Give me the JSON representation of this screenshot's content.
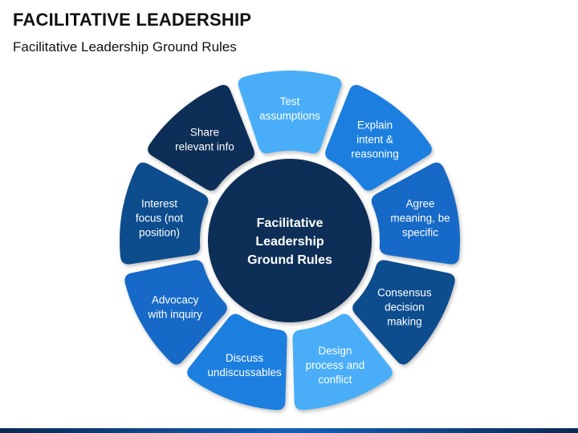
{
  "header": {
    "title": "FACILITATIVE LEADERSHIP",
    "subtitle": "Facilitative Leadership Ground Rules"
  },
  "diagram": {
    "center": {
      "lines": [
        "Facilitative",
        "Leadership",
        "Ground Rules"
      ],
      "color": "#0d2f57"
    },
    "segments": [
      {
        "lines": [
          "Test",
          "assumptions"
        ],
        "color": "#4aaef7"
      },
      {
        "lines": [
          "Explain",
          "intent &",
          "reasoning"
        ],
        "color": "#1d7fe0"
      },
      {
        "lines": [
          "Agree",
          "meaning, be",
          "specific"
        ],
        "color": "#1769c6"
      },
      {
        "lines": [
          "Consensus",
          "decision",
          "making"
        ],
        "color": "#0f4e8e"
      },
      {
        "lines": [
          "Design",
          "process and",
          "conflict"
        ],
        "color": "#4aaef7"
      },
      {
        "lines": [
          "Discuss",
          "undiscussables"
        ],
        "color": "#1d7fe0"
      },
      {
        "lines": [
          "Advocacy",
          "with inquiry"
        ],
        "color": "#1769c6"
      },
      {
        "lines": [
          "Interest",
          "focus (not",
          "position)"
        ],
        "color": "#0f4e8e"
      },
      {
        "lines": [
          "Share",
          "relevant info"
        ],
        "color": "#0d2f57"
      }
    ]
  }
}
